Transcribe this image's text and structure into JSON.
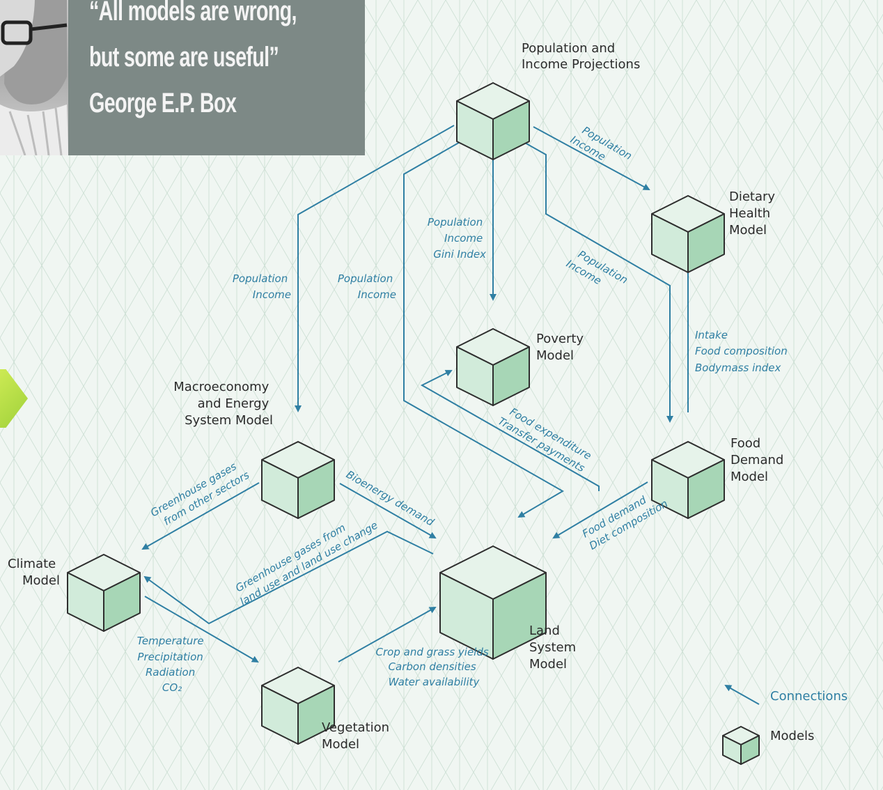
{
  "quote": {
    "line1": "“All models are wrong,",
    "line2": "but some are useful”",
    "line3": "George E.P. Box"
  },
  "colors": {
    "connection": "#2f7fa3",
    "cube_top": "#e6f3ea",
    "cube_left": "#d1ebda",
    "cube_right": "#a7d6b6",
    "cube_edge": "#2e2e2e",
    "quote_panel": "#7d8986"
  },
  "models": {
    "population": [
      "Population and",
      "Income Projections"
    ],
    "dietary": [
      "Dietary",
      "Health",
      "Model"
    ],
    "poverty": [
      "Poverty",
      "Model"
    ],
    "macro": [
      "Macroeconomy",
      "and Energy",
      "System Model"
    ],
    "food_demand": [
      "Food",
      "Demand",
      "Model"
    ],
    "climate": [
      "Climate",
      "Model"
    ],
    "land": [
      "Land",
      "System",
      "Model"
    ],
    "vegetation": [
      "Vegetation",
      "Model"
    ]
  },
  "connections": {
    "pop_dietary": [
      "Population",
      "Income"
    ],
    "pop_poverty": [
      "Population",
      "Income",
      "Gini Index"
    ],
    "pop_food": [
      "Population",
      "Income"
    ],
    "pop_macro": [
      "Population",
      "Income"
    ],
    "pop_land": [
      "Population",
      "Income"
    ],
    "food_dietary": [
      "Intake",
      "Food composition",
      "Bodymass index"
    ],
    "land_poverty": [
      "Food expenditure",
      "Transfer payments"
    ],
    "food_land": [
      "Food demand",
      "Diet composition"
    ],
    "bioenergy": [
      "Bioenergy demand"
    ],
    "ghg_sectors": [
      "Greenhouse gases",
      "from other sectors"
    ],
    "ghg_land": [
      "Greenhouse gases from",
      "land use and land use change"
    ],
    "climate_veg": [
      "Temperature",
      "Precipitation",
      "Radiation",
      "CO₂"
    ],
    "veg_land": [
      "Crop and grass yields",
      "Carbon densities",
      "Water availability"
    ]
  },
  "legend": {
    "connections": "Connections",
    "models": "Models"
  }
}
